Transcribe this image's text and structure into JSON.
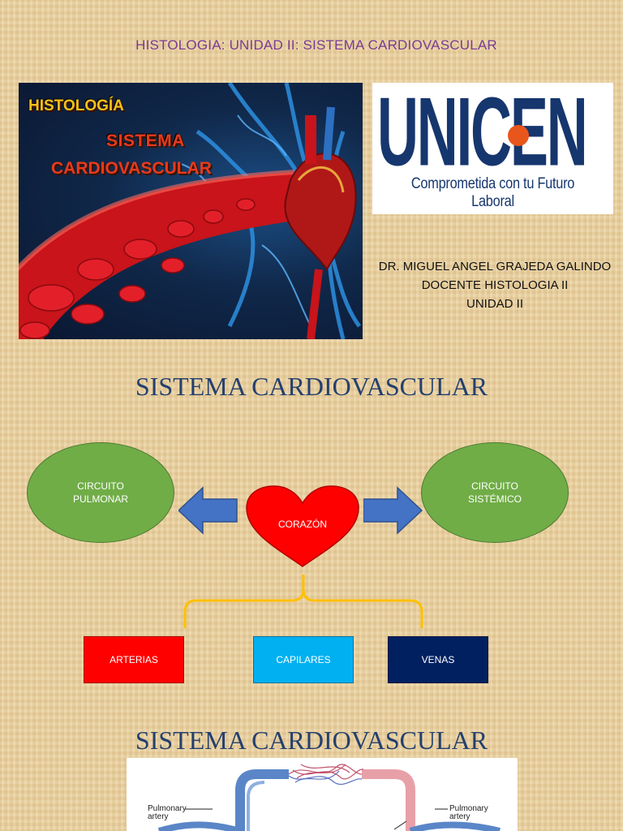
{
  "slide1": {
    "title": "HISTOLOGIA: UNIDAD II: SISTEMA CARDIOVASCULAR",
    "hero": {
      "line1": "HISTOLOGÍA",
      "line2": "SISTEMA",
      "line3": "CARDIOVASCULAR"
    },
    "logo": {
      "name": "UNICEN",
      "tagline": "Comprometida con tu Futuro Laboral"
    },
    "author": [
      "DR. MIGUEL ANGEL GRAJEDA GALINDO",
      "DOCENTE HISTOLOGIA II",
      "UNIDAD II"
    ]
  },
  "slide2": {
    "title": "SISTEMA CARDIOVASCULAR",
    "left_oval": "CIRCUITO\nPULMONAR",
    "right_oval": "CIRCUITO\nSISTÉMICO",
    "heart": "CORAZÓN",
    "boxes": [
      {
        "label": "ARTERIAS",
        "color": "#ff0000"
      },
      {
        "label": "CAPILARES",
        "color": "#00b0f0"
      },
      {
        "label": "VENAS",
        "color": "#002060"
      }
    ],
    "colors": {
      "oval": "#70ad47",
      "heart": "#ff0000",
      "arrow": "#4472c4",
      "brace": "#ffc000"
    }
  },
  "slide3": {
    "title": "SISTEMA CARDIOVASCULAR",
    "labels": {
      "left": "Pulmonary\nartery",
      "right": "Pulmonary\nartery"
    }
  }
}
